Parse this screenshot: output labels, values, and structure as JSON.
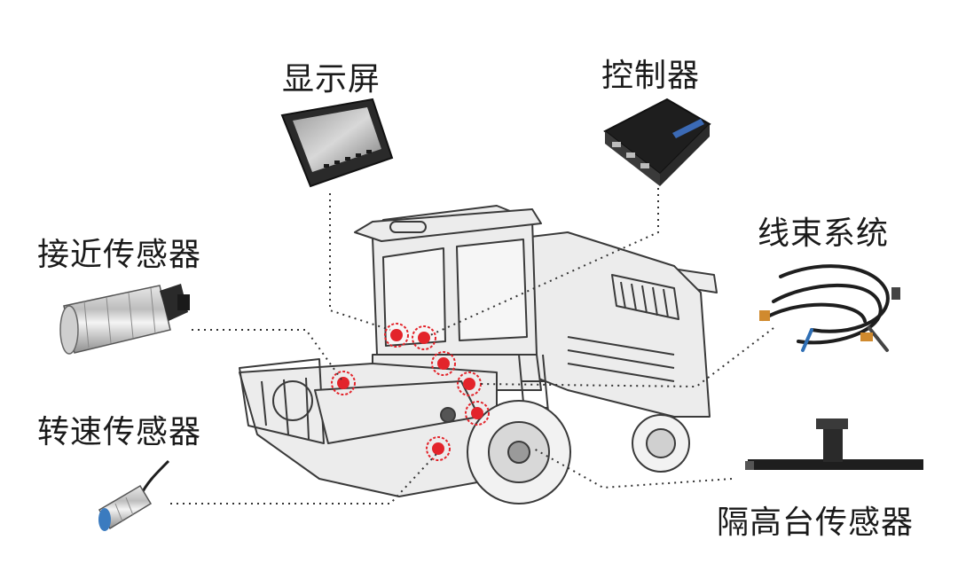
{
  "labels": {
    "display": "显示屏",
    "controller": "控制器",
    "proximity_sensor": "接近传感器",
    "wiring_harness": "线束系统",
    "speed_sensor": "转速传感器",
    "header_height_sensor": "隔高台传感器"
  },
  "icons": {
    "display": "display-screen-icon",
    "controller": "controller-box-icon",
    "proximity_sensor": "proximity-sensor-icon",
    "wiring_harness": "wiring-harness-icon",
    "speed_sensor": "speed-sensor-icon",
    "header_height_sensor": "header-height-sensor-icon",
    "machine": "combine-harvester-illustration"
  },
  "colors": {
    "marker": "#e3242b",
    "outline": "#3a3a3a",
    "leader": "#333333",
    "machine_fill": "#ececec"
  }
}
